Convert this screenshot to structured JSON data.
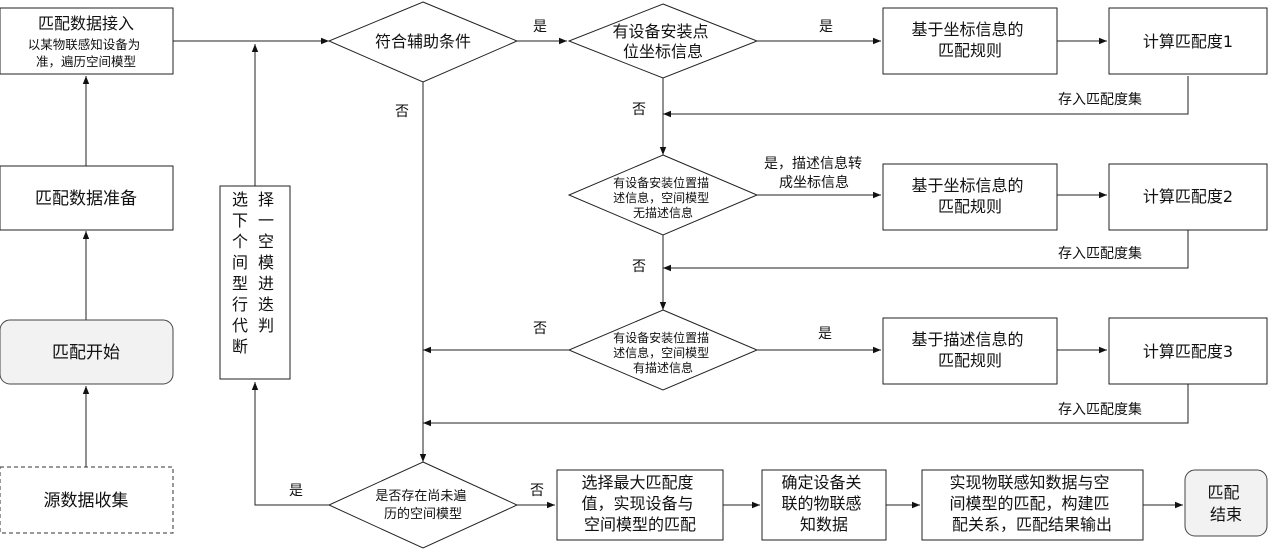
{
  "nodes": {
    "data_access": "匹配数据接入",
    "data_access_note": [
      "以某物联感知设备为",
      "准，遍历空间模型"
    ],
    "data_prep": "匹配数据准备",
    "match_start": "匹配开始",
    "source_collect": "源数据收集",
    "select_model": [
      "选",
      "择",
      "下",
      "一",
      "个",
      "空",
      "间",
      "模",
      "型",
      "进",
      "行",
      "迭",
      "代",
      "判",
      "断"
    ],
    "aux_condition": "符合辅助条件",
    "has_coord": [
      "有设备安装点",
      "位坐标信息"
    ],
    "rule_coord_1": [
      "基于坐标信息的",
      "匹配规则"
    ],
    "calc_1": "计算匹配度1",
    "has_desc_no_model": [
      "有设备安装位置描",
      "述信息，空间模型",
      "无描述信息"
    ],
    "rule_coord_2": [
      "基于坐标信息的",
      "匹配规则"
    ],
    "calc_2": "计算匹配度2",
    "has_desc_with_model": [
      "有设备安装位置描",
      "述信息，空间模型",
      "有描述信息"
    ],
    "rule_desc_3": [
      "基于描述信息的",
      "匹配规则"
    ],
    "calc_3": "计算匹配度3",
    "untraversed": [
      "是否存在尚未遍",
      "历的空间模型"
    ],
    "select_max": [
      "选择最大匹配度",
      "值，实现设备与",
      "空间模型的匹配"
    ],
    "confirm_iot": [
      "确定设备关",
      "联的物联感",
      "知数据"
    ],
    "build_relation": [
      "实现物联感知数据与空",
      "间模型的匹配，构建匹",
      "配关系，匹配结果输出"
    ],
    "match_end": [
      "匹配",
      "结束"
    ]
  },
  "labels": {
    "yes": "是",
    "no": "否",
    "store_set": "存入匹配度集",
    "yes_convert": [
      "是，描述信息转",
      "成坐标信息"
    ]
  }
}
